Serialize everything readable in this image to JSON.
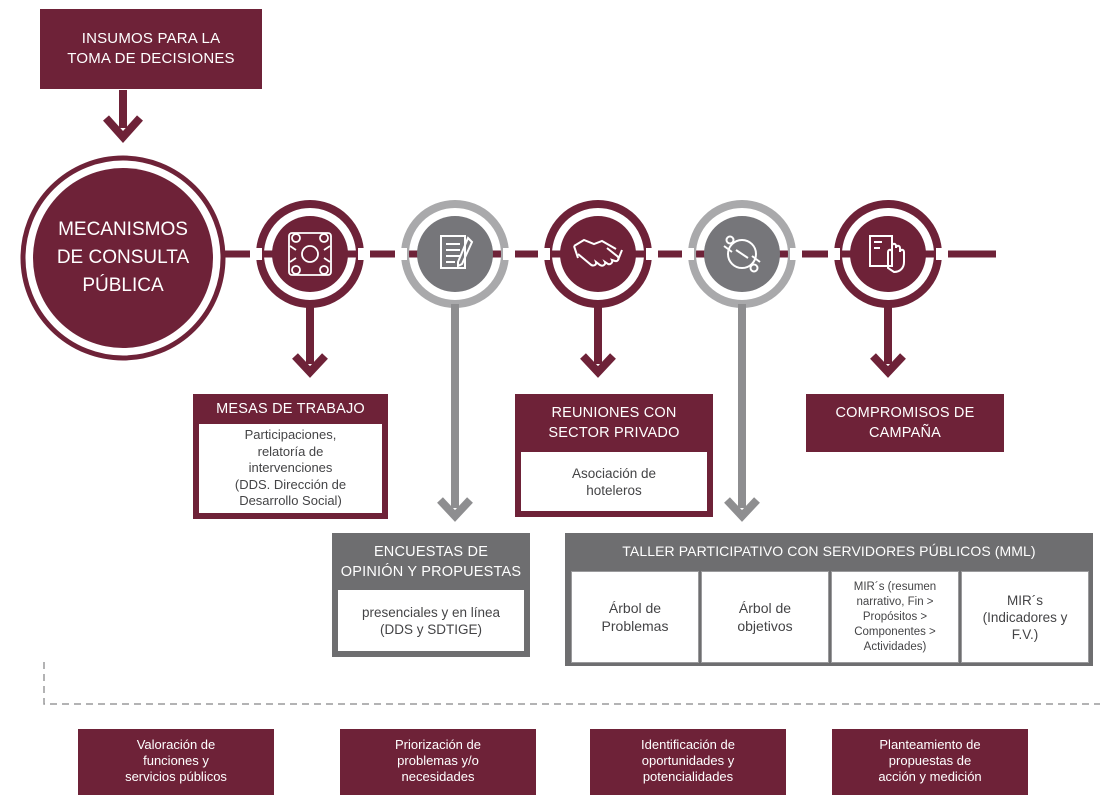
{
  "top_box": {
    "label": "INSUMOS PARA LA\nTOMA DE DECISIONES"
  },
  "center_circle": {
    "label": "MECANISMOS\nDE CONSULTA\nPÚBLICA"
  },
  "icons": {
    "n1": "teamwork-icon",
    "n2": "document-pen-icon",
    "n3": "handshake-icon",
    "n4": "people-chain-icon",
    "n5": "hand-pledge-icon"
  },
  "mesas": {
    "title": "MESAS DE TRABAJO",
    "body": "Participaciones,\nrelatoría de\nintervenciones\n(DDS. Dirección de\nDesarrollo Social)"
  },
  "reuniones": {
    "title": "REUNIONES CON\nSECTOR PRIVADO",
    "body": "Asociación de\nhoteleros"
  },
  "compromisos": {
    "title": "COMPROMISOS DE\nCAMPAÑA"
  },
  "encuestas": {
    "title": "ENCUESTAS DE\nOPINIÓN Y PROPUESTAS",
    "body": "presenciales y en línea\n(DDS y SDTIGE)"
  },
  "taller": {
    "title": "TALLER PARTICIPATIVO CON SERVIDORES PÚBLICOS (MML)",
    "cells": [
      "Árbol de\nProblemas",
      "Árbol de\nobjetivos",
      "MIR´s (resumen\nnarrativo, Fin >\nPropósitos >\nComponentes >\nActividades)",
      "MIR´s\n(Indicadores y\nF.V.)"
    ]
  },
  "outputs": [
    "Valoración de\nfunciones y\nservicios públicos",
    "Priorización de\nproblemas y/o\nnecesidades",
    "Identificación de\noportunidades y\npotencialidades",
    "Planteamiento de\npropuestas de\nacción y medición"
  ],
  "colors": {
    "maroon": "#6e2238",
    "gray": "#76767a",
    "light_gray": "#a9a9ab"
  }
}
